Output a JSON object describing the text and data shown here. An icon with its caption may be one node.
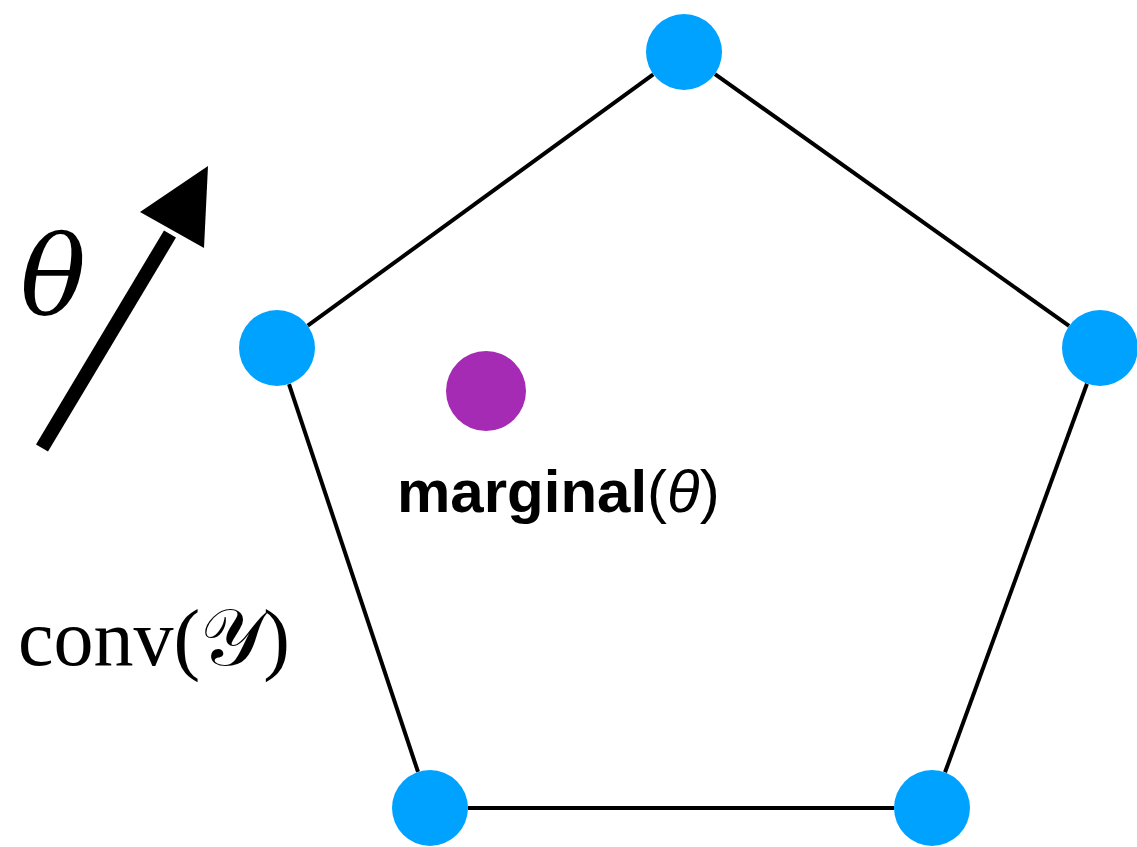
{
  "diagram": {
    "nodes": [
      {
        "text": [],
        "shape": "circle"
      },
      {
        "text": [],
        "shape": "circle"
      },
      {
        "text": [],
        "shape": "circle"
      },
      {
        "text": [],
        "shape": "circle"
      },
      {
        "text": [],
        "shape": "circle"
      },
      {
        "text": [],
        "shape": "circle",
        "beside": [
          "**marginal**(*θ*)"
        ]
      }
    ],
    "edges": [
      {
        "from": 0,
        "to": 1,
        "arrow": "none"
      },
      {
        "from": 0,
        "to": 2,
        "arrow": "none"
      },
      {
        "from": 1,
        "to": 3,
        "arrow": "none"
      },
      {
        "from": 2,
        "to": 4,
        "arrow": "none"
      },
      {
        "from": 3,
        "to": 4,
        "arrow": "none"
      }
    ],
    "labels": [
      "θ",
      "conv(𝒴)"
    ]
  }
}
